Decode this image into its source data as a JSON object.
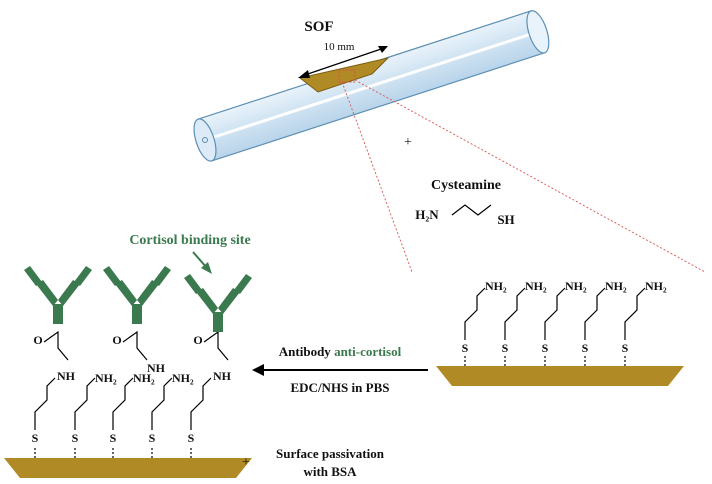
{
  "title": "SOF",
  "fiber_length_label": "10 mm",
  "plus_top": "+",
  "reagent": {
    "name": "Cysteamine",
    "left_group": "H₂N",
    "right_group": "SH"
  },
  "binding_site_label": "Cortisol binding site",
  "reaction_arrow": {
    "line1_prefix": "Antibody ",
    "line1_highlight": "anti-cortisol",
    "line2": "EDC/NHS in PBS"
  },
  "bottom": {
    "plus": "+",
    "passivation_line1": "Surface passivation",
    "passivation_line2": "with BSA"
  },
  "chem_labels": {
    "amine": "NH₂",
    "amide_n": "NH",
    "sulfur": "S",
    "oxygen": "O"
  },
  "colors": {
    "gold": "#b08a24",
    "antibody": "#3b7a4e",
    "fiber": "#cfe3f2",
    "fiber_edge": "#5d8fb4",
    "zoom_line": "#d9534f"
  }
}
